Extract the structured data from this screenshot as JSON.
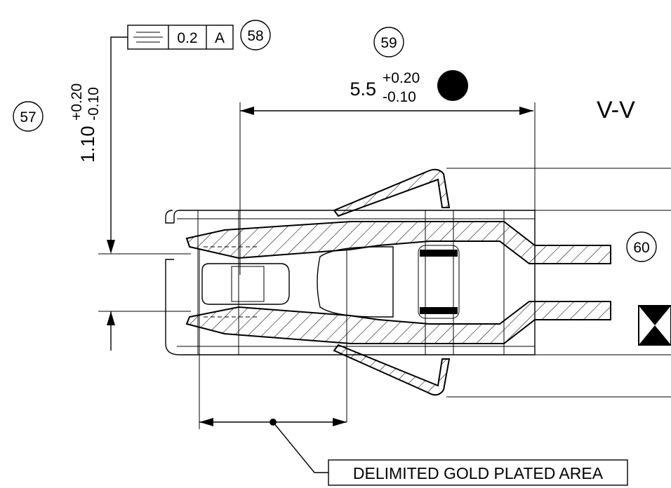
{
  "callouts": {
    "c57": "57",
    "c58": "58",
    "c59": "59",
    "c60": "60"
  },
  "flatness_frame": {
    "symbol": "flatness-icon",
    "tolerance": "0.2",
    "datum": "A"
  },
  "dim_thickness": {
    "nominal": "1.10",
    "upper": "+0.20",
    "lower": "-0.10"
  },
  "dim_width": {
    "nominal": "5.5",
    "upper": "+0.20",
    "lower": "-0.10",
    "marker": "critical-dot-icon"
  },
  "section_label": "V-V",
  "gold_area_label": "DELIMITED GOLD PLATED AREA",
  "datum_symbol": "hourglass-datum-icon"
}
